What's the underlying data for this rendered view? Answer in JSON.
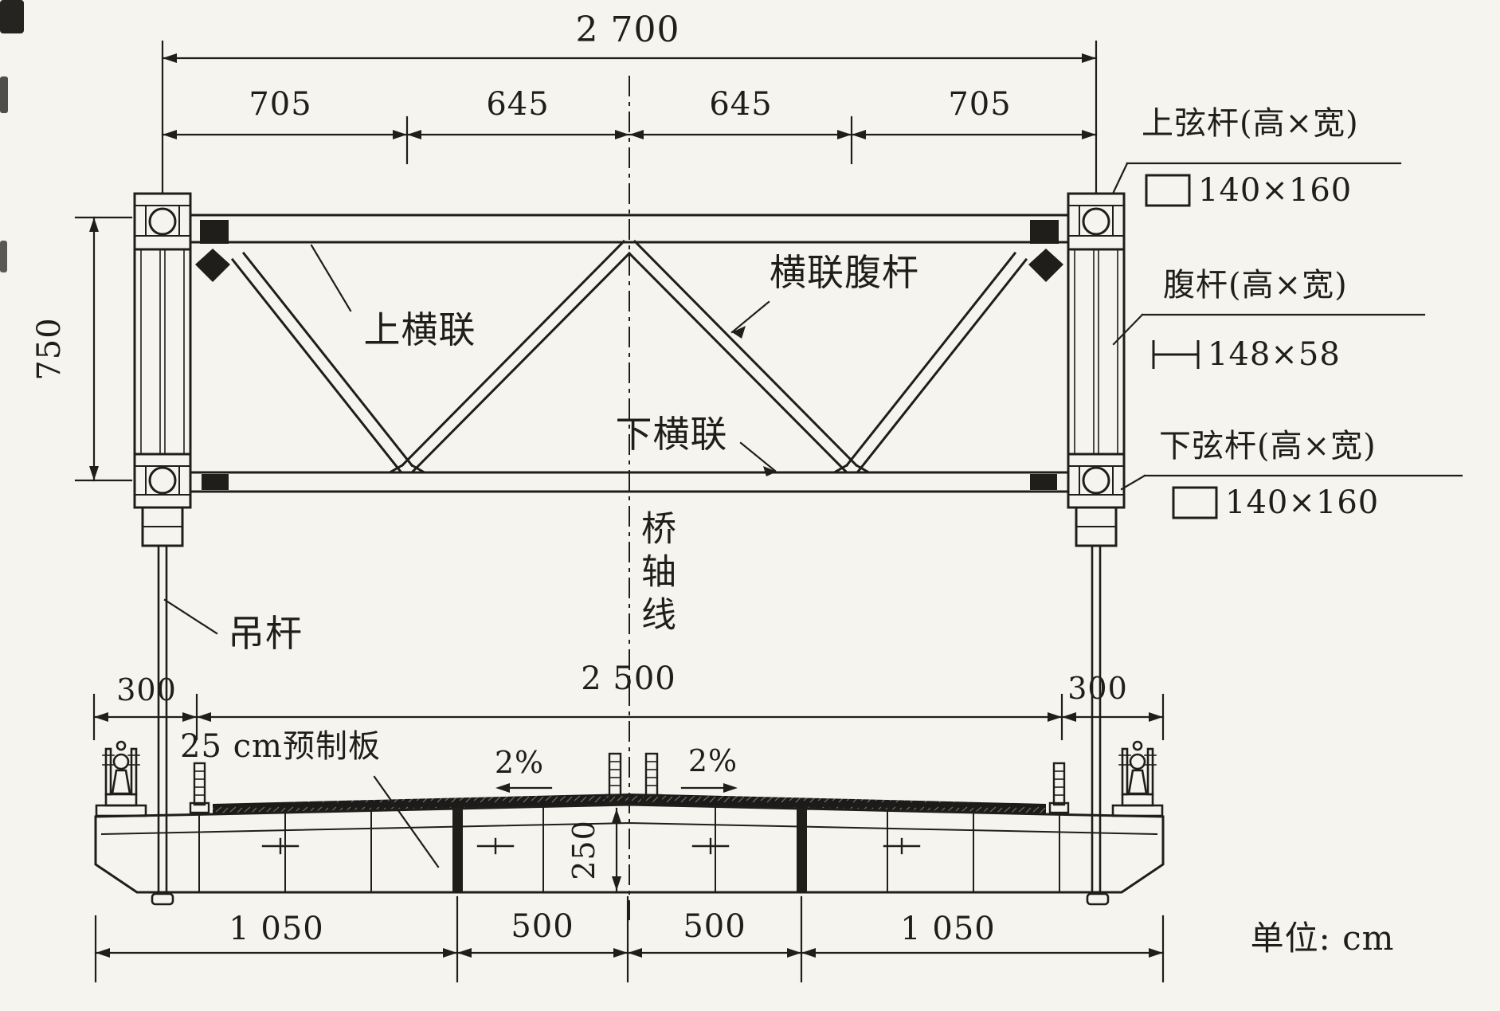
{
  "colors": {
    "paper": "#f6f4ef",
    "ink": "#201e1b"
  },
  "unit_note": "单位: cm",
  "truss": {
    "dim_total": "2 700",
    "dim_segments": [
      "705",
      "645",
      "645",
      "705"
    ],
    "dim_height": "750",
    "label_upper_bracing": "上横联",
    "label_bracing_web": "横联腹杆",
    "label_lower_bracing": "下横联",
    "label_bridge_axis": "桥轴线",
    "label_hanger": "吊杆"
  },
  "callouts": {
    "top_chord_title": "上弦杆(高×宽)",
    "top_chord_size": "140×160",
    "web_title": "腹杆(高×宽)",
    "web_size": "148×58",
    "bottom_chord_title": "下弦杆(高×宽)",
    "bottom_chord_size": "140×160"
  },
  "deck": {
    "dim_left_overhang": "300",
    "dim_roadway": "2 500",
    "dim_right_overhang": "300",
    "label_precast_slab": "25 cm预制板",
    "slope_left": "2%",
    "slope_right": "2%",
    "dim_slab_depth": "250",
    "bottom_dims": [
      "1 050",
      "500",
      "500",
      "1 050"
    ]
  }
}
